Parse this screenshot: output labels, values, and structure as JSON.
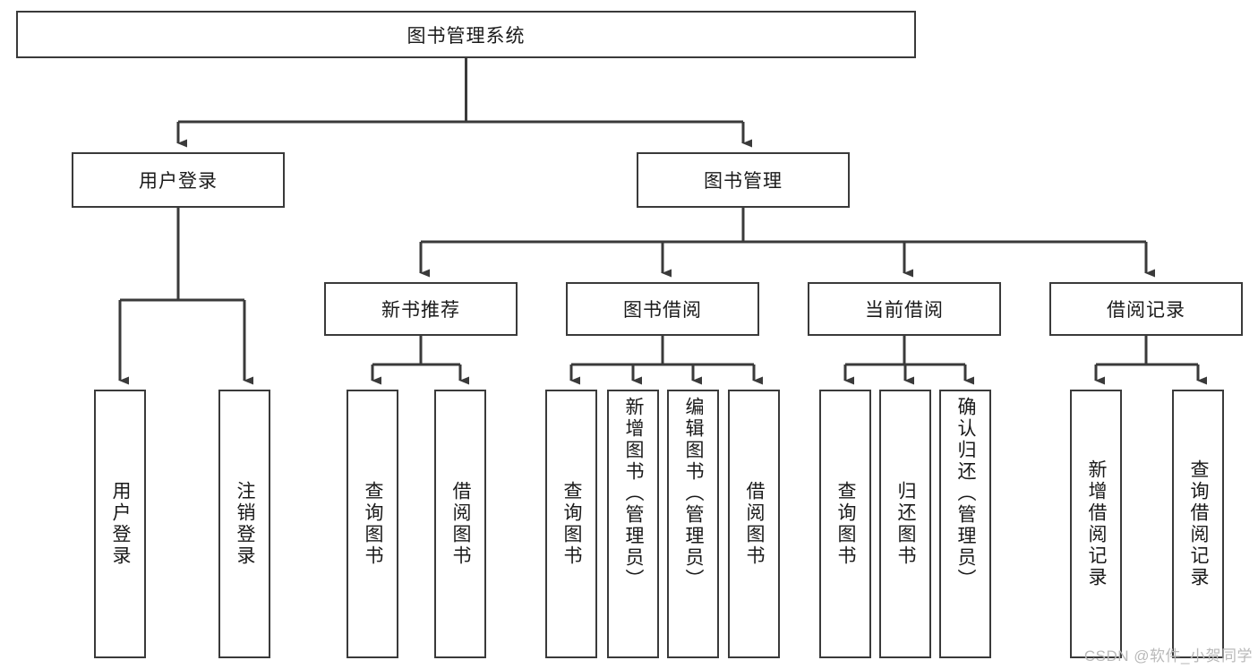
{
  "diagram": {
    "title": "图书管理系统",
    "type": "tree-hierarchy-chart",
    "colors": {
      "stroke": "#3a3a3a",
      "fill": "#ffffff",
      "text": "#1a1a1a",
      "watermark": "#b9b9b9"
    },
    "root": {
      "label": "图书管理系统"
    },
    "level2": [
      {
        "label": "用户登录"
      },
      {
        "label": "图书管理"
      }
    ],
    "level3": [
      {
        "label": "新书推荐"
      },
      {
        "label": "图书借阅"
      },
      {
        "label": "当前借阅"
      },
      {
        "label": "借阅记录"
      }
    ],
    "leaves": {
      "user_login": [
        {
          "label": "用户登录"
        },
        {
          "label": "注销登录"
        }
      ],
      "new_book_recommend": [
        {
          "label": "查询图书"
        },
        {
          "label": "借阅图书"
        }
      ],
      "book_borrow": [
        {
          "label": "查询图书"
        },
        {
          "label": "新增图书（管理员）"
        },
        {
          "label": "编辑图书（管理员）"
        },
        {
          "label": "借阅图书"
        }
      ],
      "current_borrow": [
        {
          "label": "查询图书"
        },
        {
          "label": "归还图书"
        },
        {
          "label": "确认归还（管理员）"
        }
      ],
      "borrow_record": [
        {
          "label": "新增借阅记录"
        },
        {
          "label": "查询借阅记录"
        }
      ]
    }
  },
  "watermark": {
    "text": "CSDN @软件_小贺同学"
  }
}
